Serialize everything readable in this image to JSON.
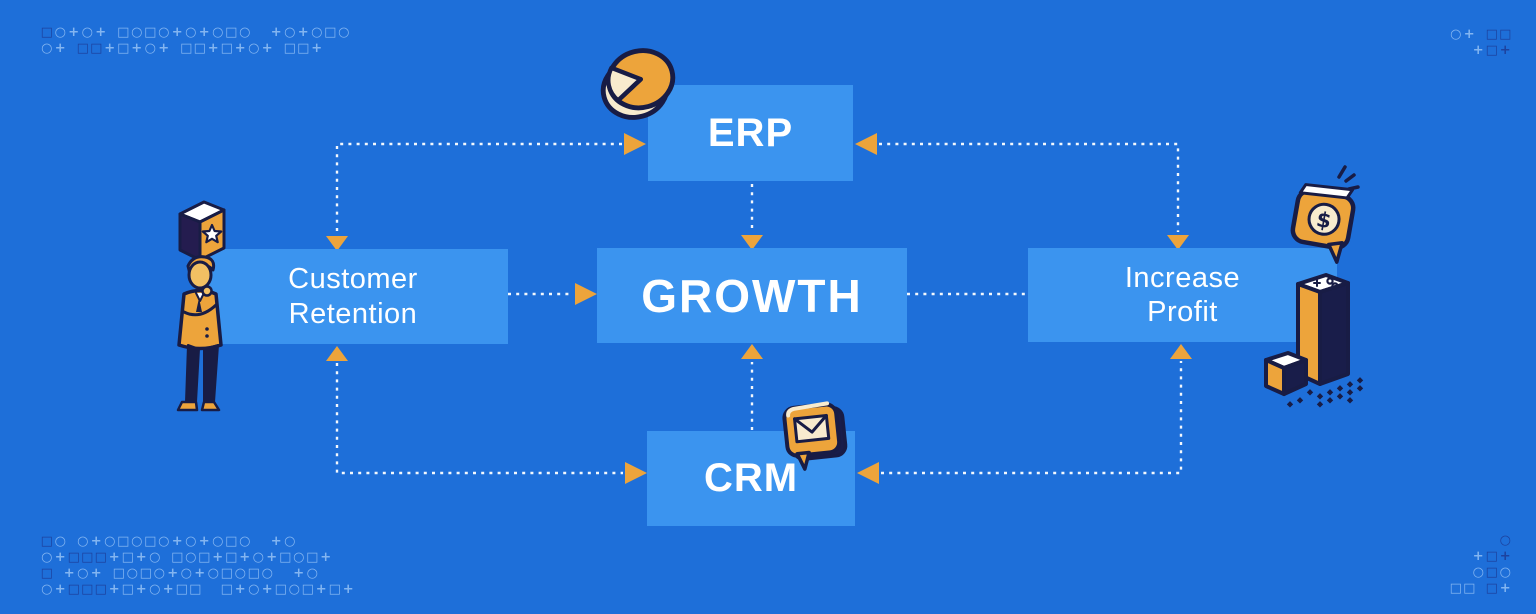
{
  "colors": {
    "bg": "#1e6fd9",
    "box": "#3b94ef",
    "text": "#ffffff",
    "orange": "#eda43b",
    "navy": "#181c45",
    "cream": "#f8ebce",
    "pattern_light": "#83b5f1",
    "pattern_dark": "#1d429e"
  },
  "nodes": {
    "erp": {
      "label": "ERP"
    },
    "growth": {
      "label": "GROWTH"
    },
    "crm": {
      "label": "CRM"
    },
    "customer_retention": {
      "line1": "Customer",
      "line2": "Retention"
    },
    "increase_profit": {
      "line1": "Increase",
      "line2": "Profit"
    }
  },
  "icons": {
    "pie_chart_coin": {
      "name": "pie-chart-coin"
    },
    "star_book": {
      "name": "star-book"
    },
    "businessman": {
      "name": "businessman"
    },
    "dollar_bubble": {
      "name": "dollar-speech-bubble",
      "symbol": "$"
    },
    "bar_towers": {
      "name": "isometric-bar-towers"
    },
    "email_bubble": {
      "name": "email-speech-bubble"
    }
  },
  "patterns": {
    "glyphs": {
      "square": "□",
      "circle": "○",
      "plus": "+"
    },
    "top_left": [
      "Scpcp scscpcpcsc  pcpcsc",
      "cp SSpspcp sspspcp ssp"
    ],
    "top_right": [
      "cp SS",
      "pSP"
    ],
    "bottom_left": [
      "Sc cpcscscpcpcsc  pc",
      "cpSSSpspc scspspcpscsp",
      "S pcp scscpcpcscsc  pc",
      "cpSSSpspcpss  spcpscspsp"
    ],
    "bottom_right": [
      "C",
      "pSP",
      "cSc",
      "ss Sp"
    ]
  }
}
